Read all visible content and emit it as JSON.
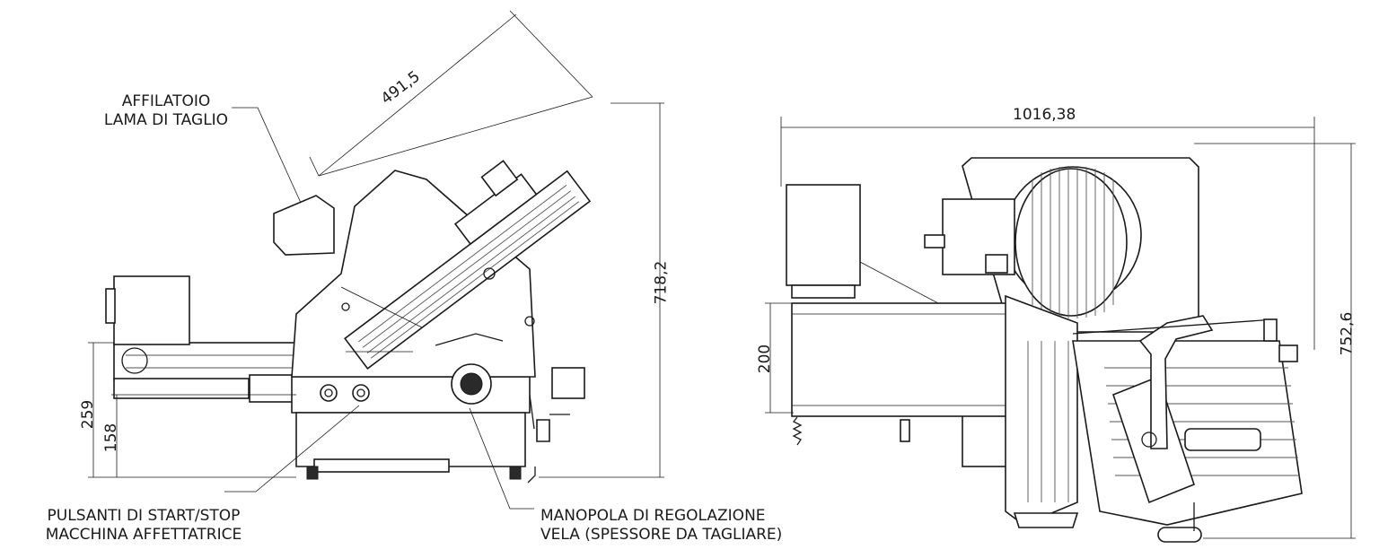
{
  "labels": {
    "sharpener_line1": "AFFILATOIO",
    "sharpener_line2": "LAMA DI TAGLIO",
    "buttons_line1": "PULSANTI DI START/STOP",
    "buttons_line2": "MACCHINA AFFETTATRICE",
    "knob_line1": "MANOPOLA DI REGOLAZIONE",
    "knob_line2": "VELA (SPESSORE DA TAGLIARE)"
  },
  "dimensions": {
    "carriage_length": "491,5",
    "side_height": "718,2",
    "base_height": "259",
    "foot_height": "158",
    "total_width": "1016,38",
    "front_height": "752,6",
    "belt_height": "200"
  },
  "colors": {
    "line": "#1a1a1a",
    "background": "#ffffff"
  }
}
